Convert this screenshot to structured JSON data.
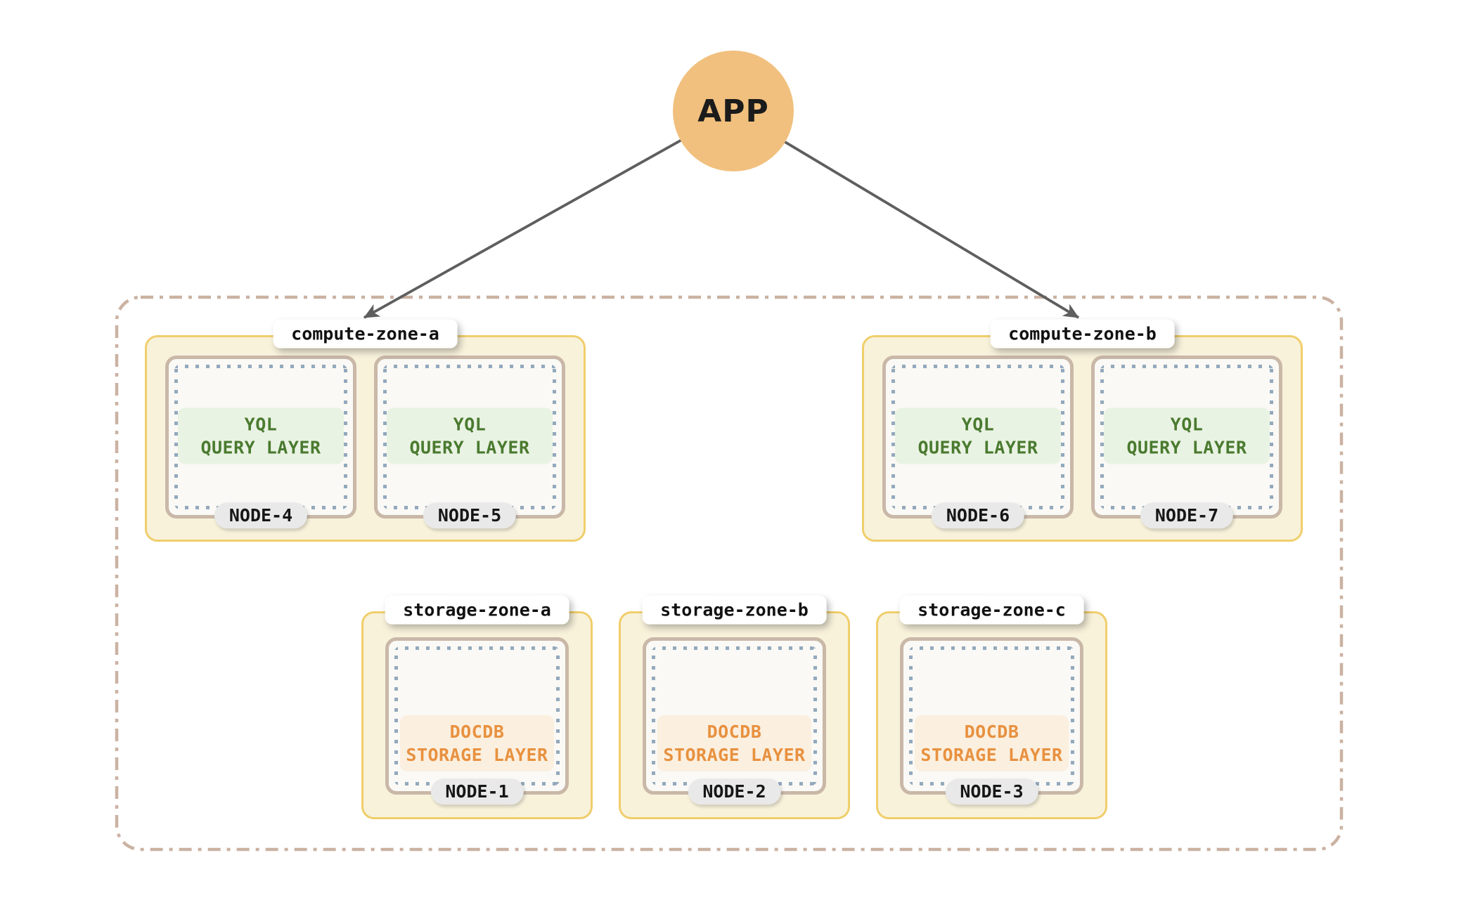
{
  "diagram": {
    "app": {
      "label": "APP"
    },
    "arrows": [
      {
        "from": "app",
        "to": "compute-zone-a"
      },
      {
        "from": "app",
        "to": "compute-zone-b"
      }
    ],
    "compute_zones": [
      {
        "label": "compute-zone-a",
        "nodes": [
          {
            "name": "NODE-4",
            "layer": [
              "YQL",
              "QUERY LAYER"
            ]
          },
          {
            "name": "NODE-5",
            "layer": [
              "YQL",
              "QUERY LAYER"
            ]
          }
        ]
      },
      {
        "label": "compute-zone-b",
        "nodes": [
          {
            "name": "NODE-6",
            "layer": [
              "YQL",
              "QUERY LAYER"
            ]
          },
          {
            "name": "NODE-7",
            "layer": [
              "YQL",
              "QUERY LAYER"
            ]
          }
        ]
      }
    ],
    "storage_zones": [
      {
        "label": "storage-zone-a",
        "nodes": [
          {
            "name": "NODE-1",
            "layer": [
              "DOCDB",
              "STORAGE LAYER"
            ]
          }
        ]
      },
      {
        "label": "storage-zone-b",
        "nodes": [
          {
            "name": "NODE-2",
            "layer": [
              "DOCDB",
              "STORAGE LAYER"
            ]
          }
        ]
      },
      {
        "label": "storage-zone-c",
        "nodes": [
          {
            "name": "NODE-3",
            "layer": [
              "DOCDB",
              "STORAGE LAYER"
            ]
          }
        ]
      }
    ],
    "palette": {
      "app_circle": "#F1C07E",
      "arrow": "#5E5E5E",
      "boundary_dash": "#CBB2A2",
      "zone_fill": "#F8F2DB",
      "zone_border": "#F0CE6B",
      "node_fill": "#FAF9F5",
      "node_border": "#C9B8A8",
      "node_dots": "#93A9BD",
      "query_layer_fill": "#E9F3E3",
      "query_layer_text": "#4A7A2F",
      "storage_layer_fill": "#FBEFDF",
      "storage_layer_text": "#E8913F",
      "pill_fill": "#E9E9E9",
      "zone_label_fill": "#FFFFFF"
    }
  }
}
